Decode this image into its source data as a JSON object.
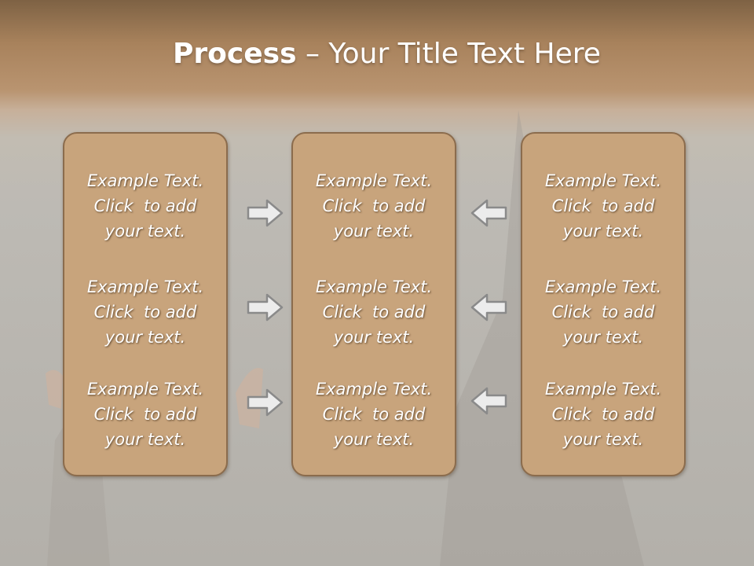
{
  "slide": {
    "title_bold": "Process",
    "title_rest": " – Your Title Text Here"
  },
  "columns": [
    {
      "cells": [
        {
          "line1": "Example Text.",
          "line2": "Click  to add",
          "line3": "your text."
        },
        {
          "line1": "Example Text.",
          "line2": "Click  to add",
          "line3": "your text."
        },
        {
          "line1": "Example Text.",
          "line2": "Click  to add",
          "line3": "your text."
        }
      ]
    },
    {
      "cells": [
        {
          "line1": "Example Text.",
          "line2": "Click  to add",
          "line3": "your text."
        },
        {
          "line1": "Example Text.",
          "line2": "Click  to add",
          "line3": "your text."
        },
        {
          "line1": "Example Text.",
          "line2": "Click  to add",
          "line3": "your text."
        }
      ]
    },
    {
      "cells": [
        {
          "line1": "Example Text.",
          "line2": "Click  to add",
          "line3": "your text."
        },
        {
          "line1": "Example Text.",
          "line2": "Click  to add",
          "line3": "your text."
        },
        {
          "line1": "Example Text.",
          "line2": "Click  to add",
          "line3": "your text."
        }
      ]
    }
  ],
  "arrows": {
    "left_group": [
      "arrow-right-icon",
      "arrow-right-icon",
      "arrow-right-icon"
    ],
    "right_group": [
      "arrow-left-icon",
      "arrow-left-icon",
      "arrow-left-icon"
    ]
  },
  "colors": {
    "box_fill": "#c8a47c",
    "box_border": "#8b6c4d",
    "header_band": "#a8825c",
    "arrow_fill": "#ececec",
    "arrow_stroke": "#8a8a8a"
  }
}
